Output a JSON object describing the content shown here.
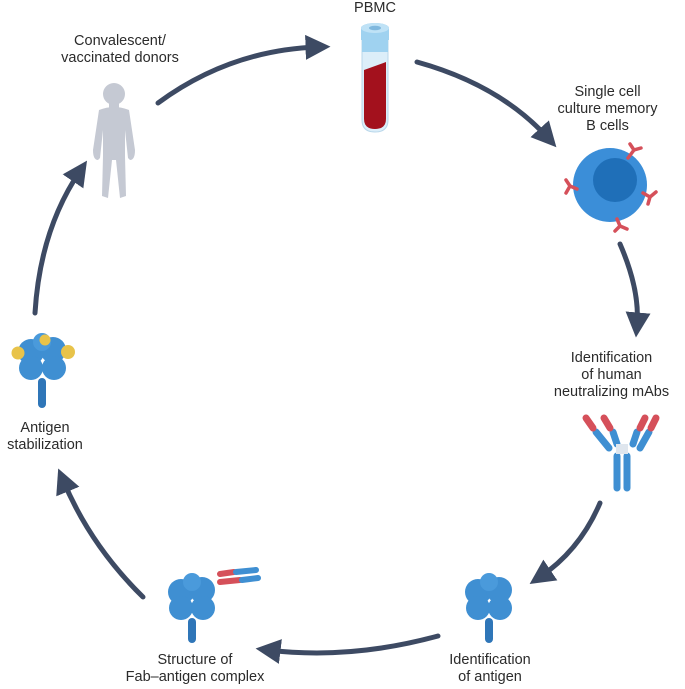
{
  "steps": {
    "donors": {
      "lines": [
        "Convalescent/",
        "vaccinated donors"
      ]
    },
    "pbmc": {
      "lines": [
        "PBMC"
      ]
    },
    "bcells": {
      "lines": [
        "Single cell",
        "culture memory",
        "B cells"
      ]
    },
    "mabs": {
      "lines": [
        "Identification",
        "of human",
        "neutralizing mAbs"
      ]
    },
    "antigen": {
      "lines": [
        "Identification",
        "of antigen"
      ]
    },
    "structure": {
      "lines": [
        "Structure of",
        "Fab–antigen complex"
      ]
    },
    "stabilization": {
      "lines": [
        "Antigen",
        "stabilization"
      ]
    }
  },
  "colors": {
    "arrow": "#3d4a63",
    "protein": "#3f8fd2",
    "protein_dark": "#2f76b8",
    "antibody_red": "#d5505a",
    "figure_gray": "#c5c9d3",
    "blood": "#a3111d",
    "tube_glass": "#dceef9",
    "cap": "#9fd2f0",
    "cell_outer": "#3b8ed8",
    "cell_inner": "#1f6fb8",
    "stabilizer": "#e8c34a"
  },
  "icons": [
    "human-figure-icon",
    "blood-tube-icon",
    "b-cell-icon",
    "antibody-icon",
    "antigen-protein-icon",
    "fab-complex-icon",
    "stabilized-antigen-icon"
  ]
}
